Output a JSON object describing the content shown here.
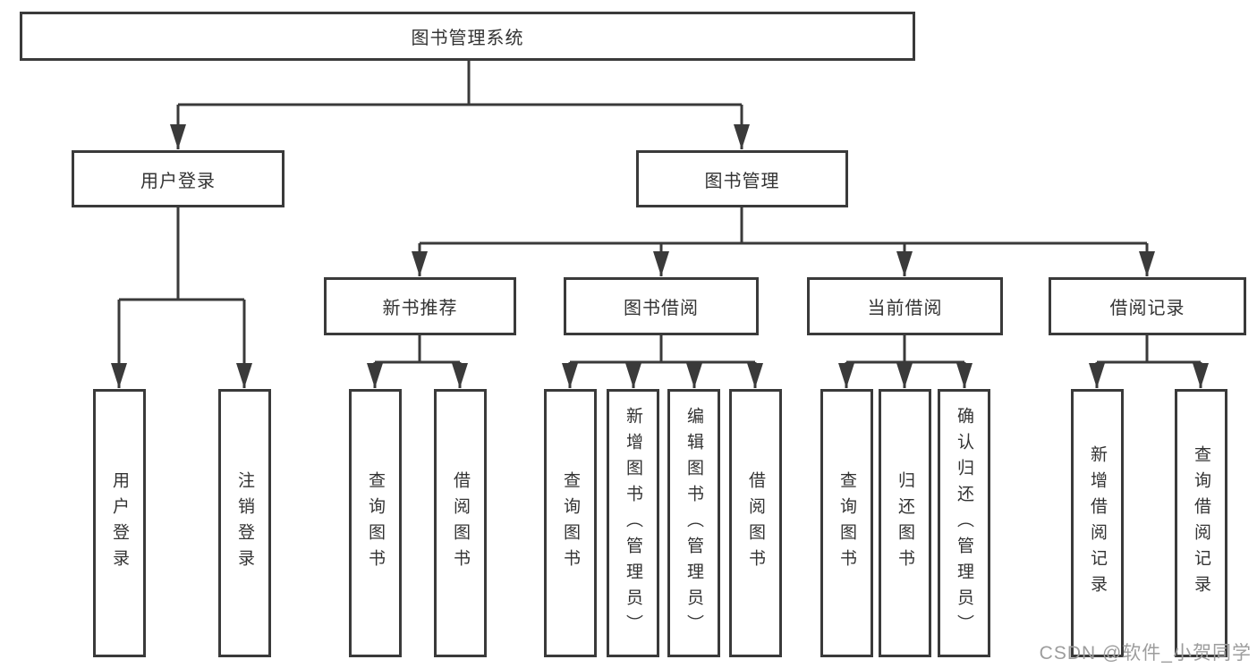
{
  "page": {
    "background": "#ffffff",
    "line_color": "#3a3a3a",
    "text_color": "#333333"
  },
  "watermark": {
    "text": "CSDN @软件_小贺同学",
    "color": "#9d9d9d"
  },
  "tree": {
    "root": {
      "label": "图书管理系统"
    },
    "branches": [
      {
        "label": "用户登录",
        "children": [
          {
            "label": "用户登录"
          },
          {
            "label": "注销登录"
          }
        ]
      },
      {
        "label": "图书管理",
        "children": [
          {
            "label": "新书推荐",
            "children": [
              {
                "label": "查询图书"
              },
              {
                "label": "借阅图书"
              }
            ]
          },
          {
            "label": "图书借阅",
            "children": [
              {
                "label": "查询图书"
              },
              {
                "label": "新增图书（管理员）"
              },
              {
                "label": "编辑图书（管理员）"
              },
              {
                "label": "借阅图书"
              }
            ]
          },
          {
            "label": "当前借阅",
            "children": [
              {
                "label": "查询图书"
              },
              {
                "label": "归还图书"
              },
              {
                "label": "确认归还（管理员）"
              }
            ]
          },
          {
            "label": "借阅记录",
            "children": [
              {
                "label": "新增借阅记录"
              },
              {
                "label": "查询借阅记录"
              }
            ]
          }
        ]
      }
    ]
  }
}
